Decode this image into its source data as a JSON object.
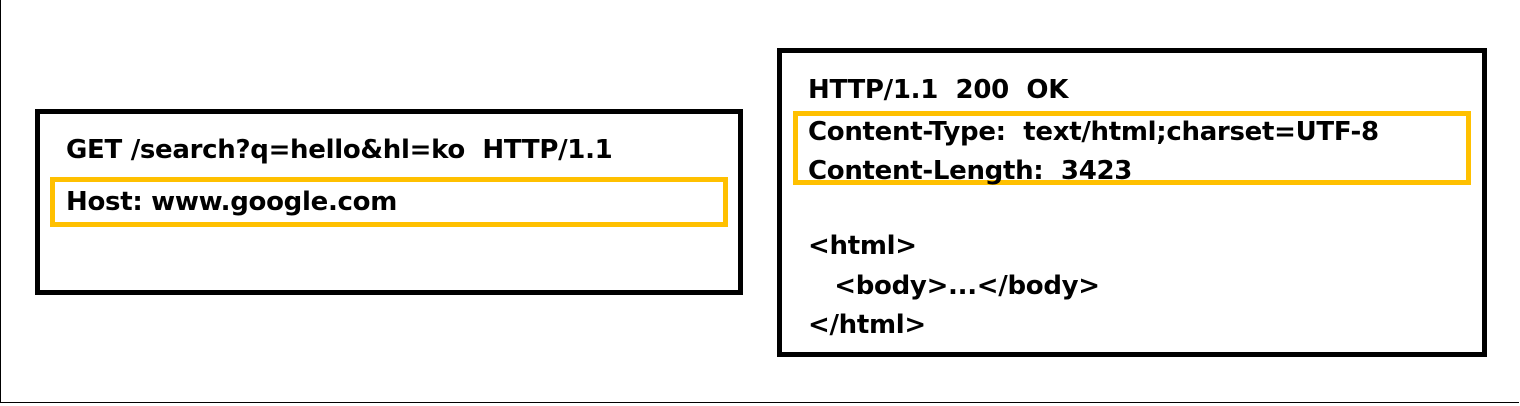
{
  "colors": {
    "border": "#000000",
    "highlight": "#FFC000",
    "text": "#000000",
    "background": "#FFFFFF"
  },
  "request": {
    "request_line": "GET /search?q=hello&hl=ko  HTTP/1.1",
    "headers": [
      "Host: www.google.com"
    ]
  },
  "response": {
    "status_line": "HTTP/1.1  200  OK",
    "headers": [
      "Content-Type:  text/html;charset=UTF-8",
      "Content-Length:  3423"
    ],
    "body": [
      "<html>",
      "   <body>...</body>",
      "</html>"
    ]
  }
}
